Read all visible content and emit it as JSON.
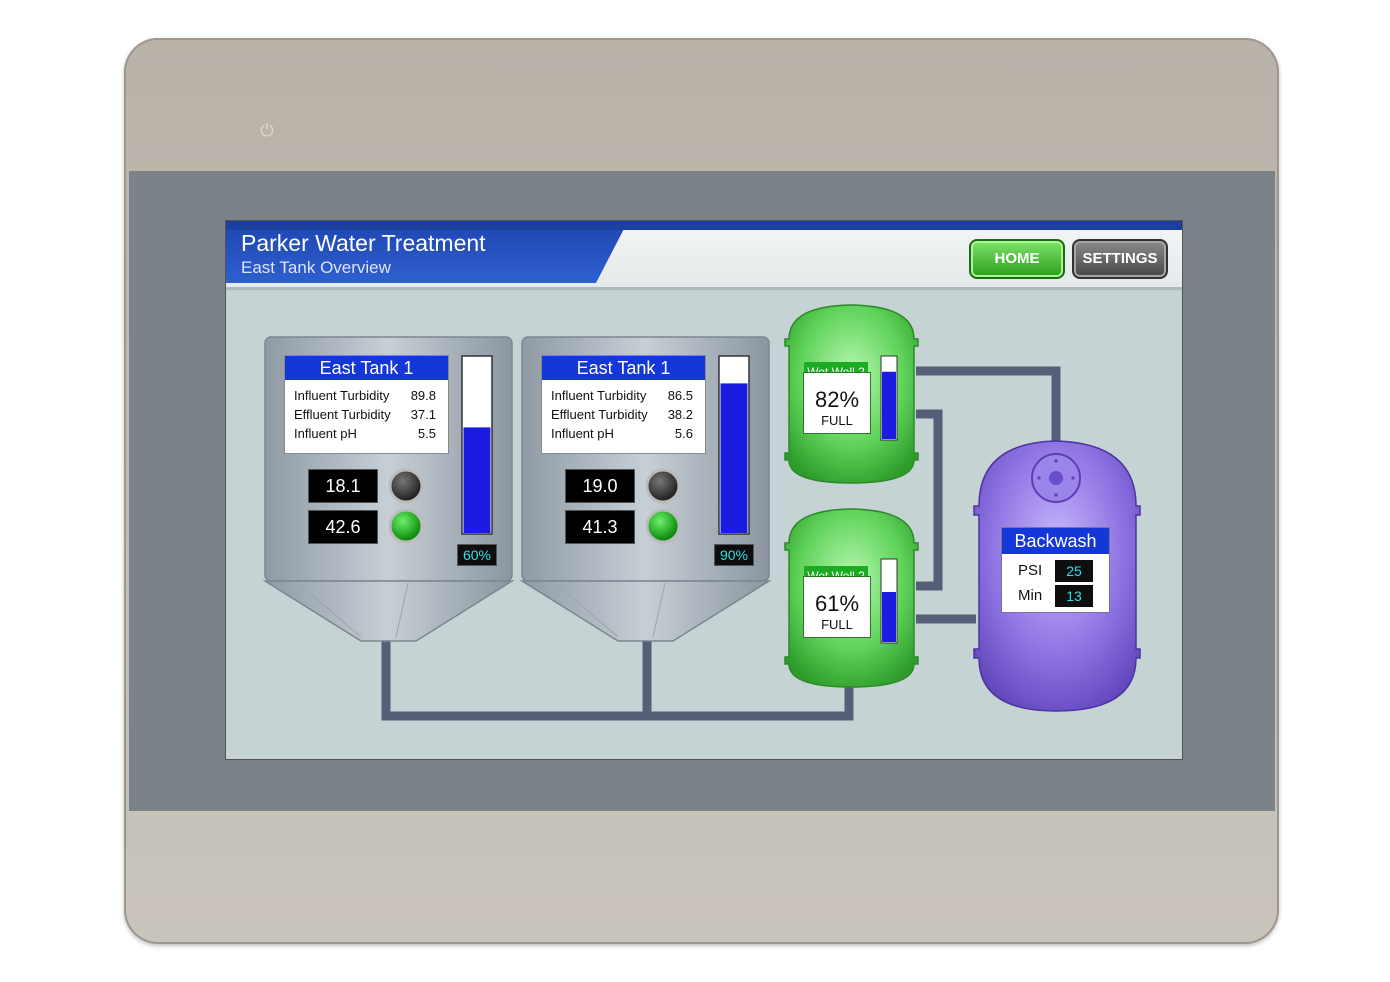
{
  "header": {
    "title": "Parker Water Treatment",
    "subtitle": "East Tank Overview"
  },
  "nav": {
    "home_label": "HOME",
    "settings_label": "SETTINGS"
  },
  "tanks": [
    {
      "title": "East Tank 1",
      "rows": [
        {
          "label": "Influent Turbidity",
          "value": "89.8"
        },
        {
          "label": "Effluent Turbidity",
          "value": "37.1"
        },
        {
          "label": "Influent pH",
          "value": "5.5"
        }
      ],
      "readouts": [
        "18.1",
        "42.6"
      ],
      "indicators": [
        "off",
        "on"
      ],
      "level_text": "60%",
      "level": 0.6
    },
    {
      "title": "East Tank 1",
      "rows": [
        {
          "label": "Influent Turbidity",
          "value": "86.5"
        },
        {
          "label": "Effluent Turbidity",
          "value": "38.2"
        },
        {
          "label": "Influent pH",
          "value": "5.6"
        }
      ],
      "readouts": [
        "19.0",
        "41.3"
      ],
      "indicators": [
        "off",
        "on"
      ],
      "level_text": "90%",
      "level": 0.85
    }
  ],
  "wet_wells": [
    {
      "label": "Wet Well 2",
      "percent": "82%",
      "status": "FULL",
      "level": 0.82
    },
    {
      "label": "Wet Well 2",
      "percent": "61%",
      "status": "FULL",
      "level": 0.61
    }
  ],
  "backwash": {
    "title": "Backwash",
    "psi_label": "PSI",
    "psi_value": "25",
    "min_label": "Min",
    "min_value": "13"
  },
  "colors": {
    "header_blue": "#1b3f9c",
    "panel_title_blue": "#1438d8",
    "level_fill": "#1c1ce0",
    "indicator_on": "#18a818",
    "indicator_off": "#3a3a3a",
    "wet_well_green": "#5fd35a",
    "backwash_purple": "#8a6fe0",
    "pipe": "#565e78"
  },
  "icons": {
    "power": "power-icon"
  }
}
